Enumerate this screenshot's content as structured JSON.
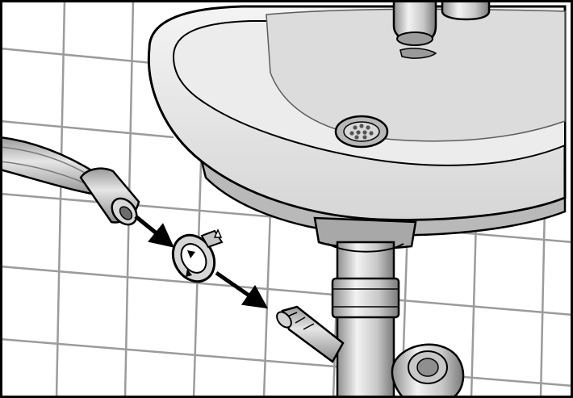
{
  "illustration": {
    "kind": "installation-diagram",
    "objects": [
      "wall-tiles",
      "wash-basin",
      "faucet",
      "basin-drain",
      "drain-pipe",
      "trap-connector",
      "hose-nozzle",
      "drain-hose",
      "hose-end-sleeve",
      "hose-clamp",
      "direction-arrows"
    ],
    "colors": {
      "outline": "#000000",
      "tile": "#ffffff",
      "grout": "#8a8a8a",
      "basin": "#ededed",
      "basin_shadow": "#b9b9b9",
      "metal": "#d0d0d0",
      "metal_dark": "#8f8f8f",
      "hose": "#c4c4c4"
    }
  }
}
